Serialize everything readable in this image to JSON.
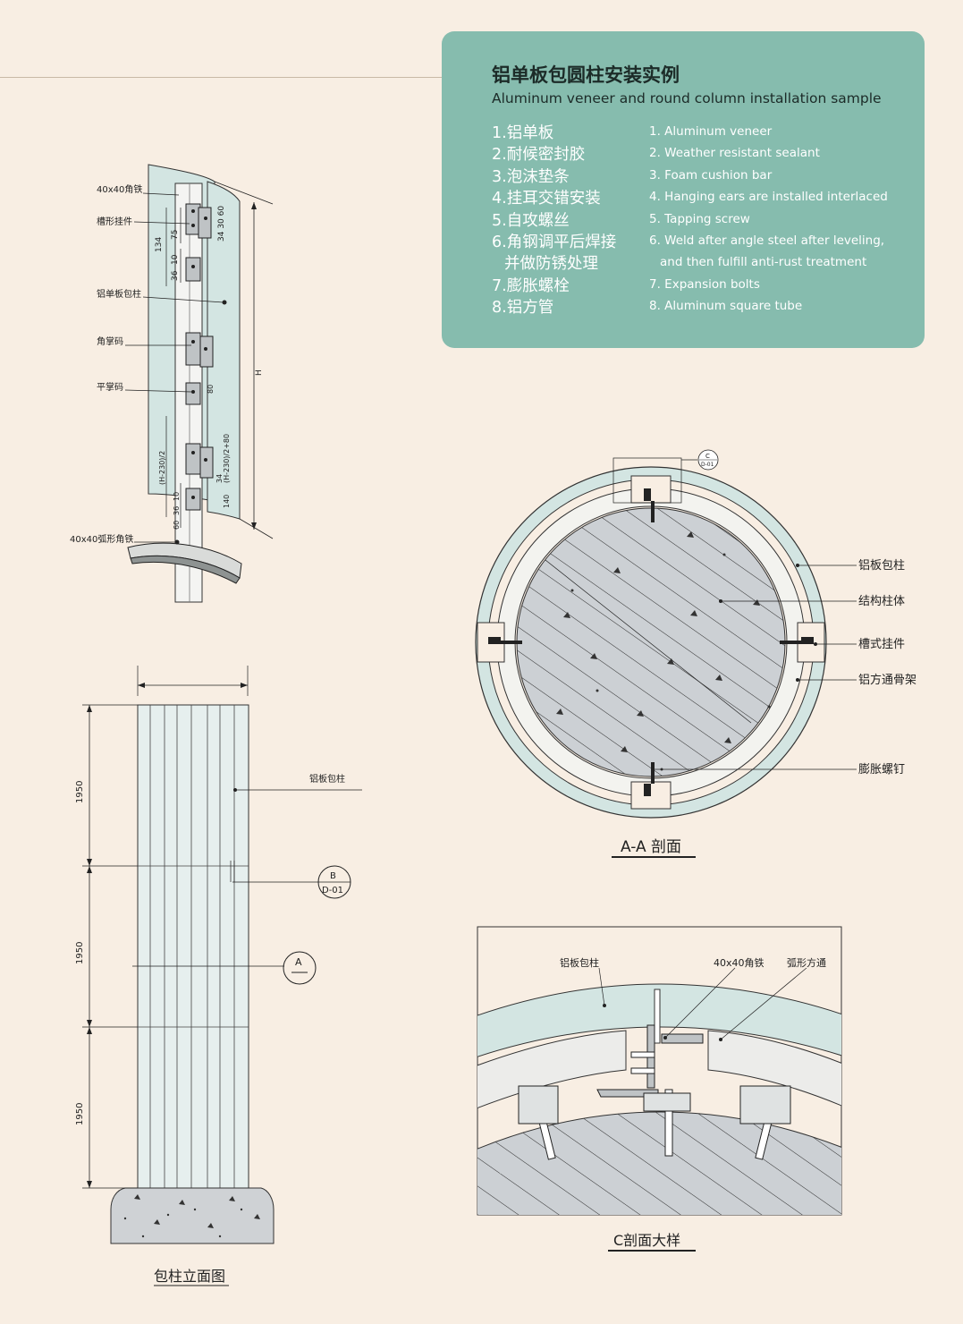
{
  "header": {
    "title_cn": "铝单板包圆柱安装实例",
    "title_en": "Aluminum veneer and round column installation sample"
  },
  "items_cn": [
    "1.铝单板",
    "2.耐候密封胶",
    "3.泡沫垫条",
    "4.挂耳交错安装",
    "5.自攻螺丝",
    "6.角钢调平后焊接",
    "并做防锈处理",
    "7.膨胀螺栓",
    "8.铝方管"
  ],
  "items_en": [
    "1. Aluminum veneer",
    "2. Weather resistant sealant",
    "3. Foam cushion bar",
    "4. Hanging ears are installed interlaced",
    "5. Tapping screw",
    "6. Weld after angle steel after leveling,",
    "and then fulfill anti-rust treatment",
    "7. Expansion bolts",
    "8. Aluminum square tube"
  ],
  "detail3d": {
    "labels": {
      "angle_40x40": "40x40角铁",
      "slot_hanger": "槽形挂件",
      "veneer_wrap": "铝单板包柱",
      "corner_code": "角掌码",
      "flat_code": "平掌码",
      "arc_angle": "40x40弧形角铁"
    },
    "dims": {
      "d134": "134",
      "d75": "75",
      "d10": "10",
      "d36": "36",
      "d34_30_60": "34 30 60",
      "dH": "H",
      "d80": "80",
      "dH230_2": "(H-230)/2",
      "dH230_2_80": "(H-230)/2+80",
      "d34": "34",
      "d140": "140",
      "d10b": "10",
      "d36b": "36",
      "d60": "60"
    }
  },
  "elevation": {
    "label_wrap": "铝板包柱",
    "dims": [
      "1950",
      "1950",
      "1950"
    ],
    "callout_b_top": "B",
    "callout_b_bottom": "D-01",
    "callout_a": "A",
    "caption": "包柱立面图"
  },
  "section": {
    "callout_c_top": "C",
    "callout_c_bottom": "D-01",
    "labels": [
      "铝板包柱",
      "结构柱体",
      "槽式挂件",
      "铝方通骨架",
      "膨胀螺钉"
    ],
    "caption": "A-A  剖面"
  },
  "detail_c": {
    "labels": [
      "铝板包柱",
      "40x40角铁",
      "弧形方通"
    ],
    "caption": "C剖面大样"
  },
  "colors": {
    "background": "#f8eee3",
    "panel": "#86bcae",
    "veneer": "#d3e5e2",
    "concrete": "#cfd2d5"
  }
}
